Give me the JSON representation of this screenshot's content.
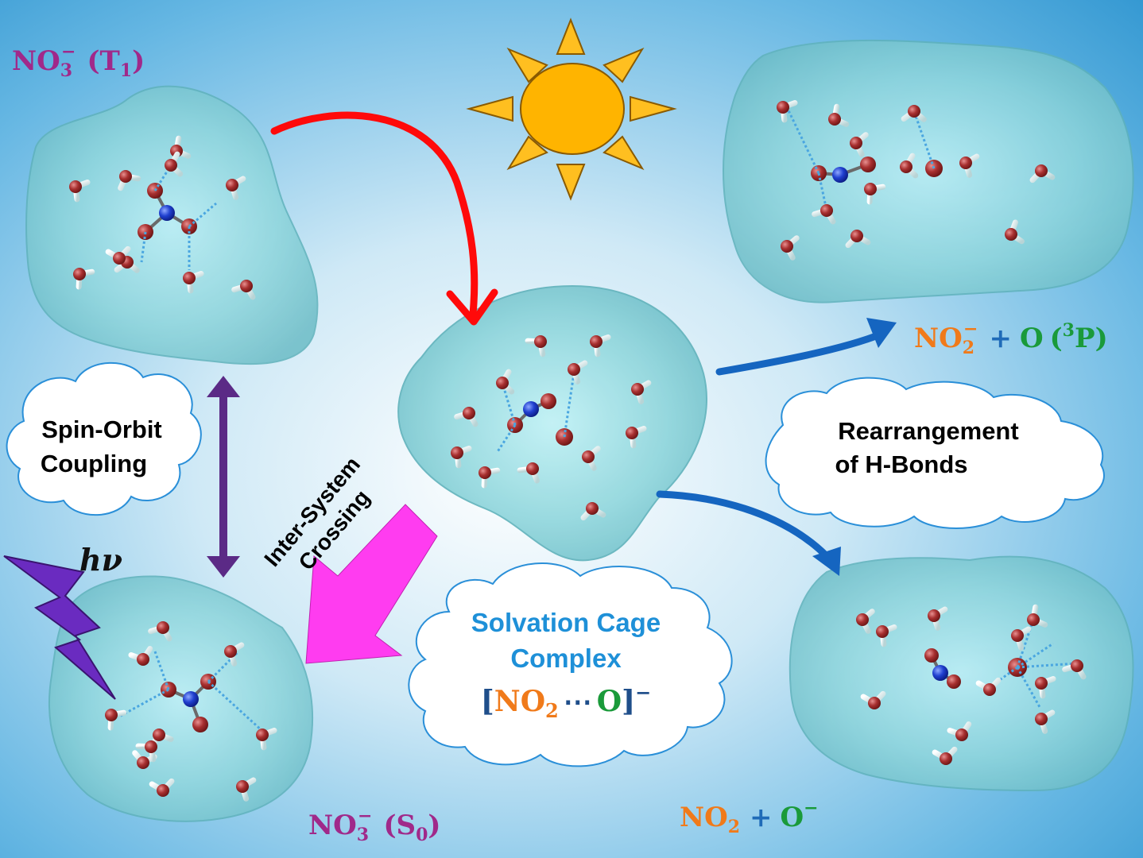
{
  "labels": {
    "t1": {
      "base": "NO",
      "sub": "3",
      "sup": "−",
      "state": "T",
      "state_sub": "1"
    },
    "s0": {
      "base": "NO",
      "sub": "3",
      "sup": "−",
      "state": "S",
      "state_sub": "0"
    },
    "hv": "hν",
    "product_a": {
      "no": "NO",
      "sub": "2",
      "sup": "−",
      "plus": "+",
      "o": "O",
      "state_sup": "3",
      "state": "P"
    },
    "product_b": {
      "no": "NO",
      "sub": "2",
      "plus": "+",
      "o": "O",
      "sup": "−"
    },
    "cage_formula": {
      "open": "[",
      "no": "NO",
      "sub": "2",
      "dots": "⋯",
      "o": "O",
      "close": "]",
      "sup": "−"
    }
  },
  "clouds": {
    "spin_orbit": {
      "line1": "Spin-Orbit",
      "line2": "Coupling"
    },
    "rearrangement": {
      "line1": "Rearrangement",
      "line2": "of H-Bonds"
    },
    "solvation": {
      "line1": "Solvation Cage",
      "line2": "Complex"
    }
  },
  "isc": {
    "line1": "Inter-System",
    "line2": "Crossing"
  },
  "colors": {
    "magenta_label": "#a0298a",
    "orange": "#f07a1a",
    "green": "#1a9a3a",
    "blue_text": "#1e90d8",
    "dark_blue_text": "#1f4e8a",
    "red_arrow": "#ff0a0a",
    "blue_arrow": "#1565c0",
    "purple_arrow": "#5b2a86",
    "magenta_arrow": "#ff3cf0",
    "sun_body": "#ffb400",
    "sun_ray": "#ffbf20",
    "cloud_outline": "#2a8fd8",
    "solvent_shell": "#78c9cf"
  }
}
